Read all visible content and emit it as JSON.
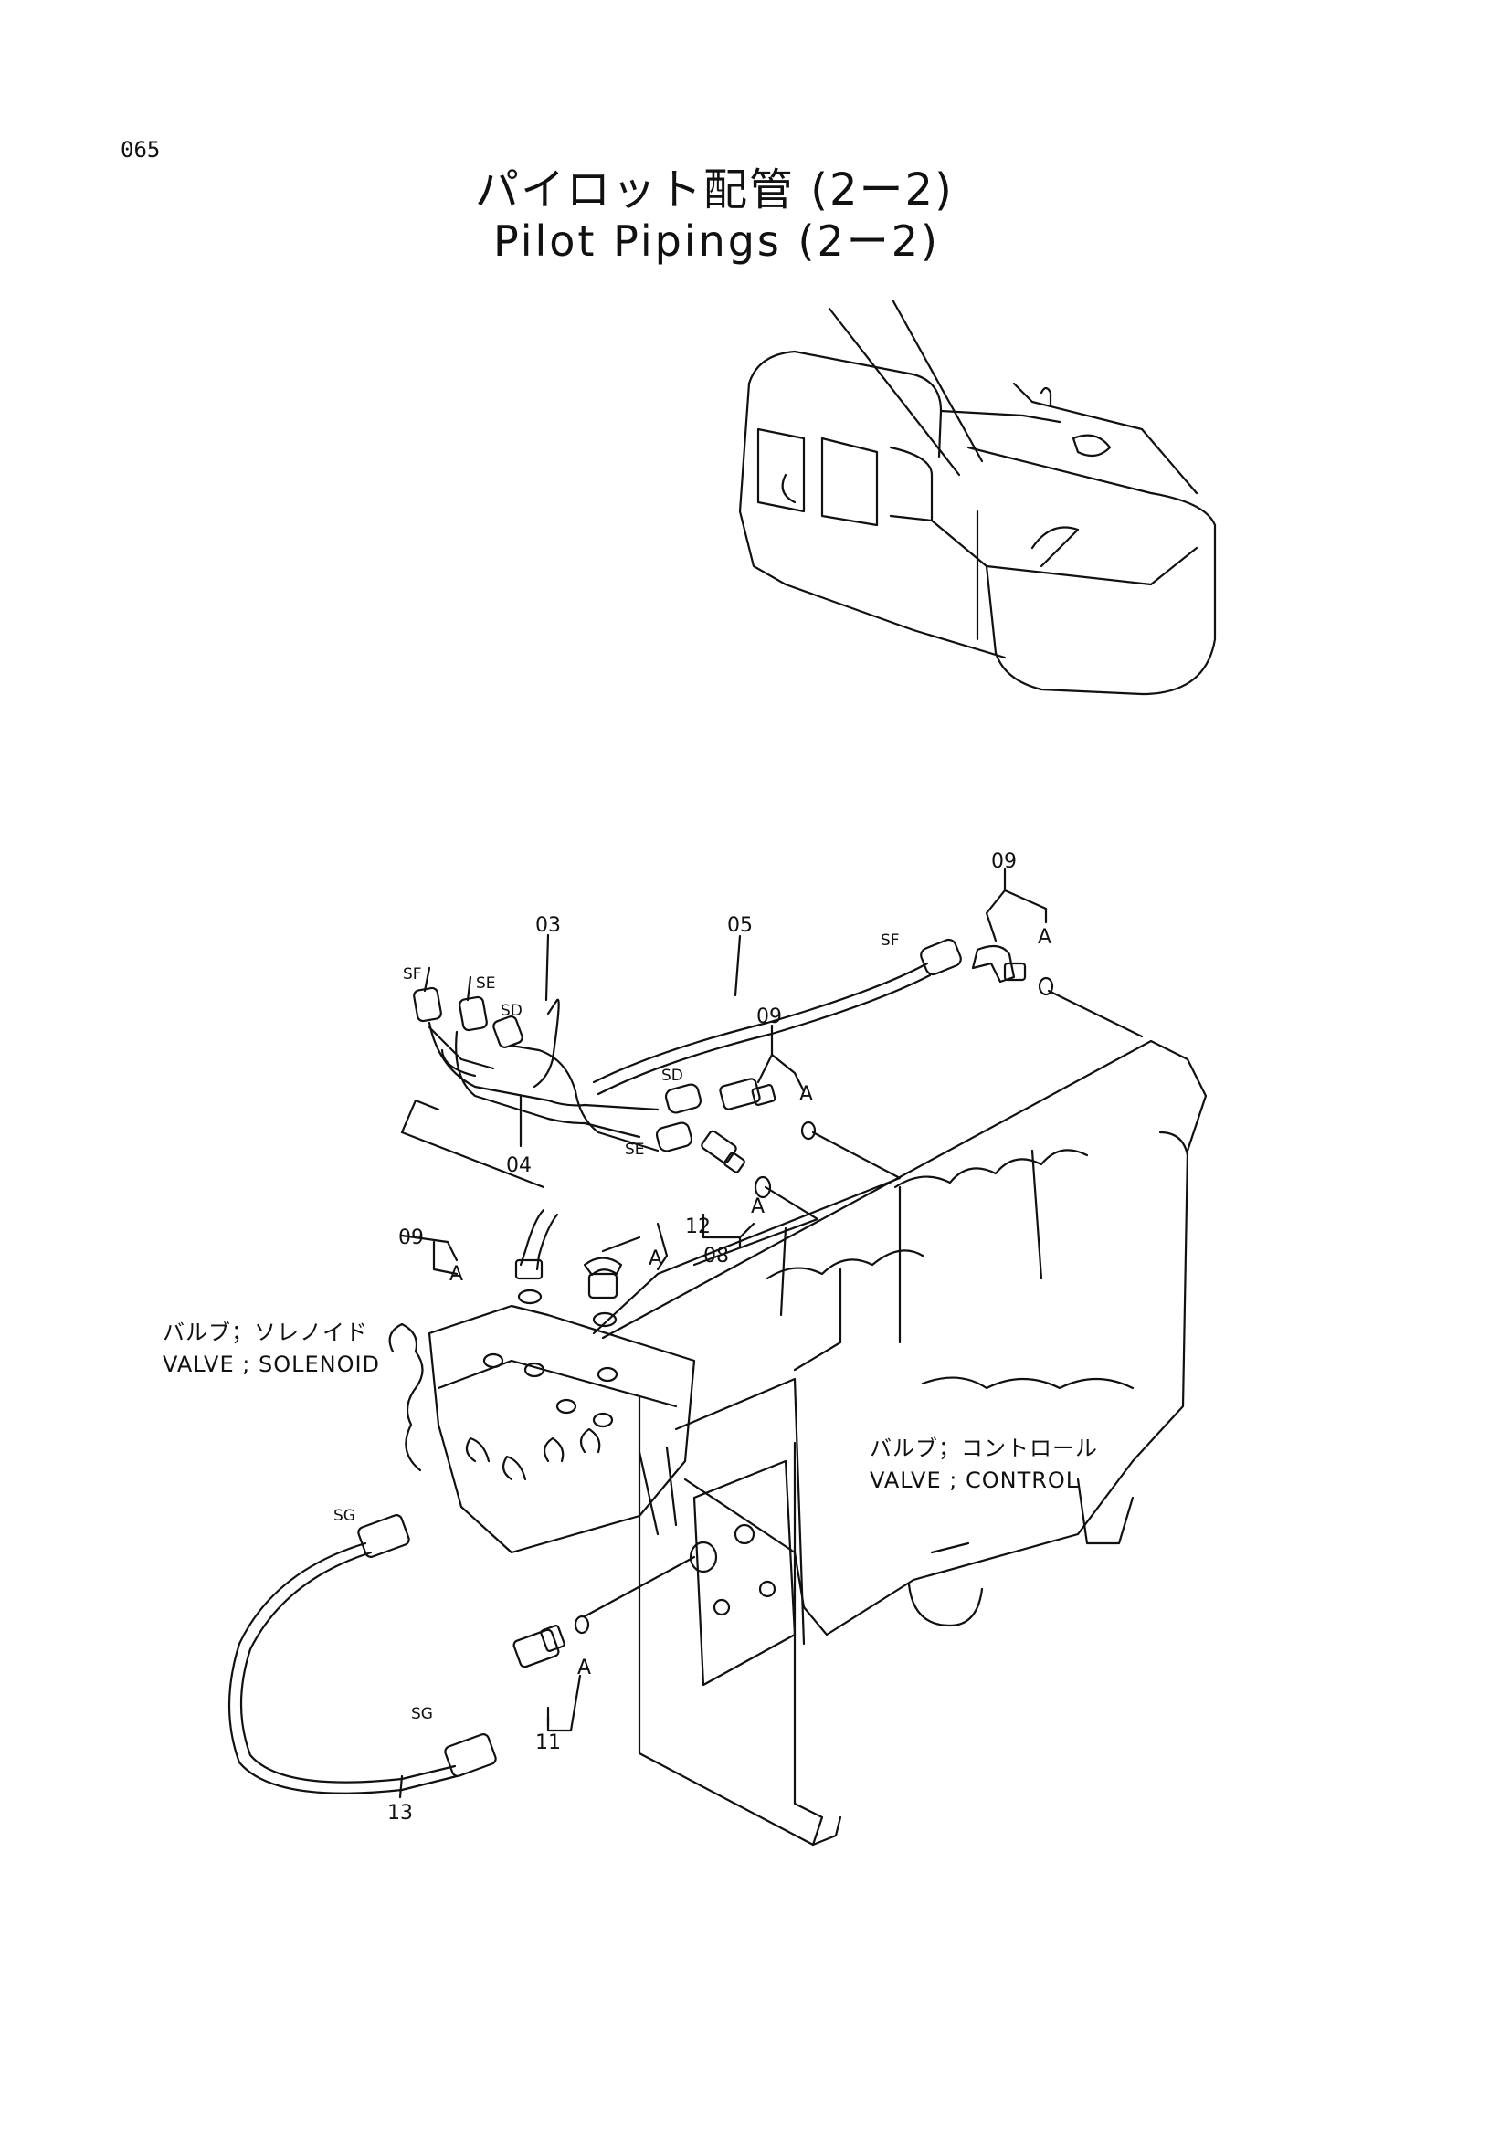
{
  "page_number": "065",
  "title_jp": "パイロット配管 (2ー2)",
  "title_en": "Pilot Pipings (2ー2)",
  "callouts": {
    "p03": "03",
    "p04": "04",
    "p05": "05",
    "p08": "08",
    "p09a": "09",
    "p09b": "09",
    "p09c": "09",
    "p11": "11",
    "p12": "12",
    "p13": "13"
  },
  "detail_marks": {
    "a1": "A",
    "a2": "A",
    "a3": "A",
    "a4": "A",
    "a5": "A",
    "a6": "A"
  },
  "port_labels": {
    "sf_left": "SF",
    "se_left": "SE",
    "sd_left": "SD",
    "sf_pipe": "SF",
    "sd_pipe": "SD",
    "se_pipe": "SE",
    "sg_top": "SG",
    "sg_bottom": "SG"
  },
  "component_labels": {
    "solenoid_jp": "バルブ；ソレノイド",
    "solenoid_en": "VALVE ; SOLENOID",
    "control_jp": "バルブ；コントロール",
    "control_en": "VALVE ; CONTROL"
  }
}
